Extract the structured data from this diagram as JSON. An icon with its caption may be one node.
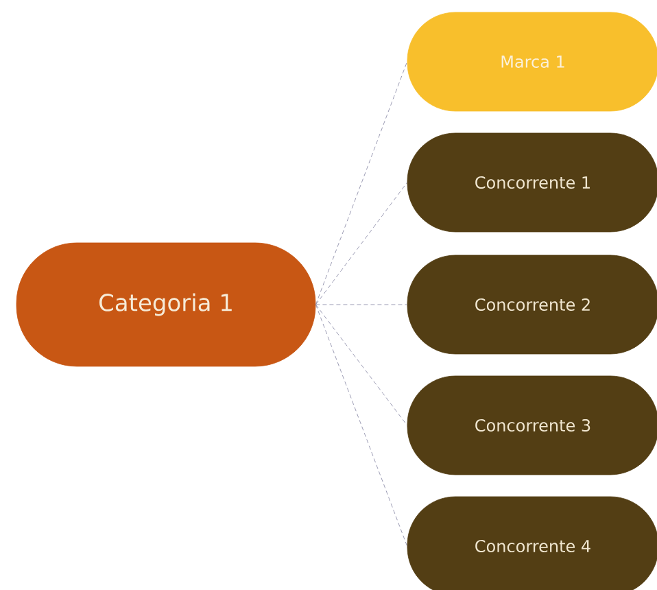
{
  "diagram": {
    "nodes": [
      {
        "text": [
          "Categoria 1"
        ]
      },
      {
        "text": [
          "Marca 1"
        ]
      },
      {
        "text": [
          "Concorrente 1"
        ]
      },
      {
        "text": [
          "Concorrente 2"
        ]
      },
      {
        "text": [
          "Concorrente 3"
        ]
      },
      {
        "text": [
          "Concorrente 4"
        ]
      }
    ],
    "edges": [
      {
        "from": 0,
        "to": 1,
        "arrow": "none",
        "style": "dashed"
      },
      {
        "from": 0,
        "to": 2,
        "arrow": "none",
        "style": "dashed"
      },
      {
        "from": 0,
        "to": 3,
        "arrow": "none",
        "style": "dashed"
      },
      {
        "from": 0,
        "to": 4,
        "arrow": "none",
        "style": "dashed"
      },
      {
        "from": 0,
        "to": 5,
        "arrow": "none",
        "style": "dashed"
      }
    ]
  }
}
